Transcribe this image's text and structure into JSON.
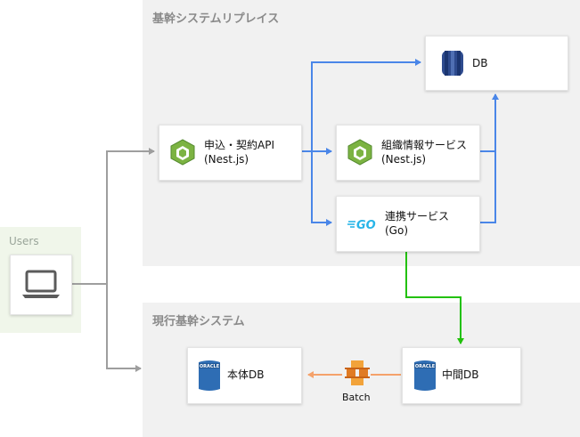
{
  "groups": {
    "replace": {
      "title": "基幹システムリプレイス"
    },
    "current": {
      "title": "現行基幹システム"
    },
    "users": {
      "title": "Users"
    }
  },
  "nodes": {
    "db": {
      "label": "DB",
      "icon": "aws-database-icon"
    },
    "apply": {
      "label_line1": "申込・契約API",
      "label_line2": "(Nest.js)",
      "icon": "nodejs-hexagon-icon"
    },
    "org": {
      "label_line1": "組織情報サービス",
      "label_line2": "(Nest.js)",
      "icon": "nodejs-hexagon-icon"
    },
    "link": {
      "label_line1": "連携サービス",
      "label_line2": "(Go)",
      "icon": "go-logo-icon"
    },
    "main_db": {
      "label": "本体DB",
      "icon": "oracle-database-icon"
    },
    "mid_db": {
      "label": "中間DB",
      "icon": "oracle-database-icon"
    },
    "batch": {
      "label": "Batch",
      "icon": "aws-batch-icon"
    },
    "laptop": {
      "icon": "laptop-icon"
    }
  },
  "icon_text": {
    "oracle": "ORACLE",
    "go": "GO"
  },
  "colors": {
    "blue_edge": "#4a86e8",
    "green_edge": "#22c10a",
    "gray_edge": "#9e9e9e",
    "orange_edge": "#f5a26b",
    "node_green": "#7cb342",
    "oracle_blue": "#2e6db4",
    "aws_db_blue": "#2e4b8e",
    "aws_batch_orange": "#e07b23",
    "go_cyan": "#29b5e8"
  }
}
